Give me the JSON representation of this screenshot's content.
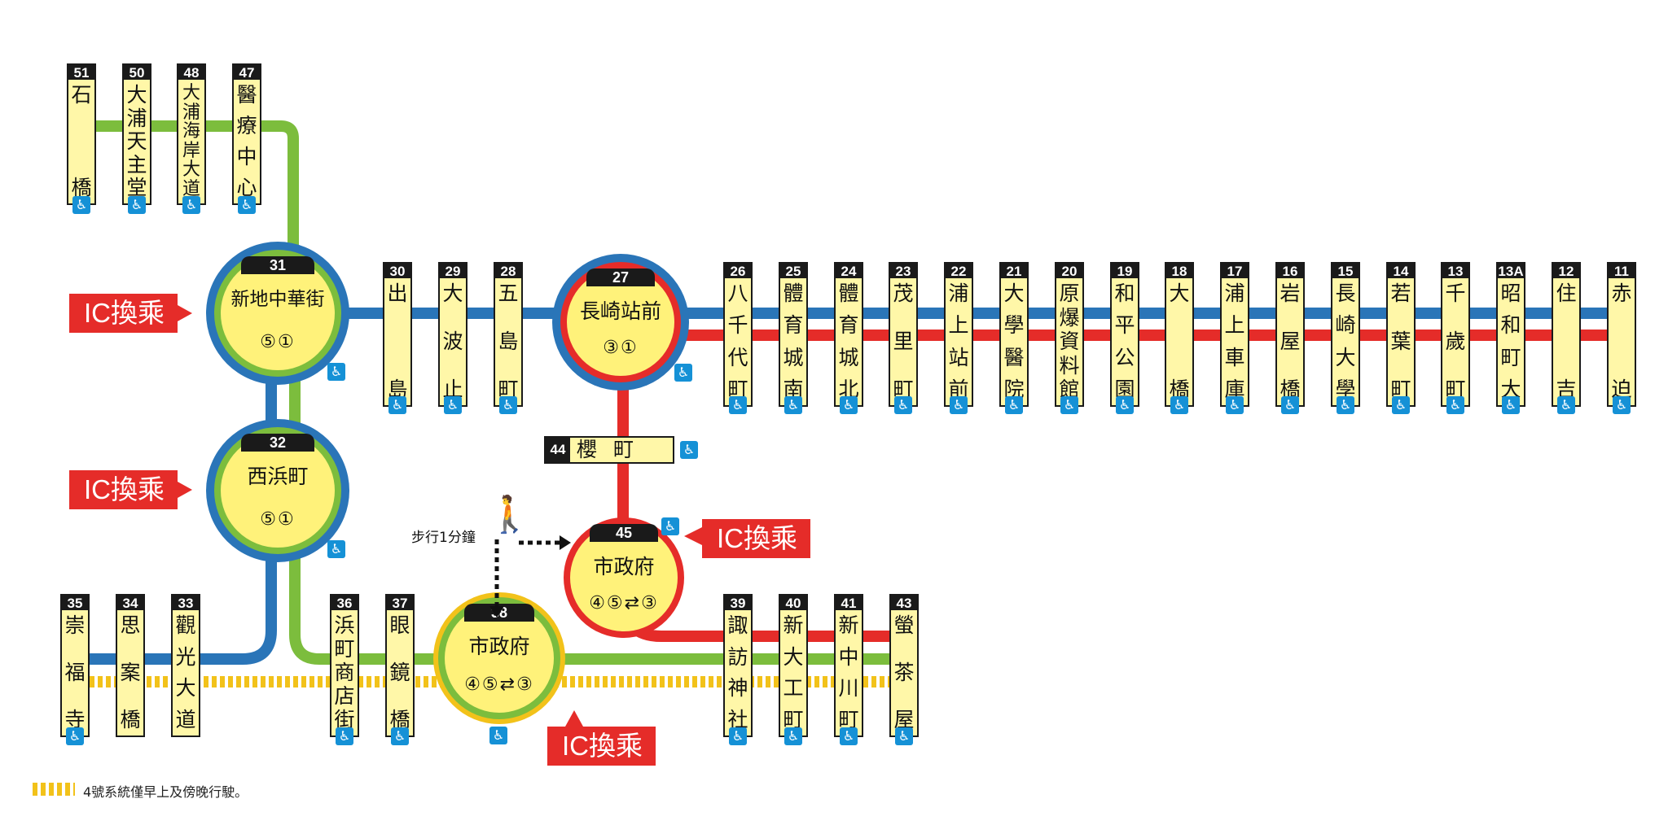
{
  "colors": {
    "green_line": "#7cbd3d",
    "blue_line": "#2a75b8",
    "red_line": "#e52c29",
    "yellow_line_4": "#f2c21a",
    "station_bg": "#fff7a8",
    "hub_bg": "#fff27a",
    "ic_badge": "#e52c29",
    "wheelchair": "#1591d6"
  },
  "stations": {
    "s51": {
      "num": "51",
      "chars": [
        "石",
        "橋"
      ]
    },
    "s50": {
      "num": "50",
      "chars": [
        "大",
        "浦",
        "天",
        "主",
        "堂"
      ]
    },
    "s48": {
      "num": "48",
      "chars": [
        "大",
        "浦",
        "海",
        "岸",
        "大",
        "道"
      ]
    },
    "s47": {
      "num": "47",
      "chars": [
        "醫",
        "療",
        "中",
        "心"
      ]
    },
    "s30": {
      "num": "30",
      "chars": [
        "出",
        "島"
      ]
    },
    "s29": {
      "num": "29",
      "chars": [
        "大",
        "波",
        "止"
      ]
    },
    "s28": {
      "num": "28",
      "chars": [
        "五",
        "島",
        "町"
      ]
    },
    "s26": {
      "num": "26",
      "chars": [
        "八",
        "千",
        "代",
        "町"
      ]
    },
    "s25": {
      "num": "25",
      "chars": [
        "體",
        "育",
        "城",
        "南"
      ]
    },
    "s24": {
      "num": "24",
      "chars": [
        "體",
        "育",
        "城",
        "北"
      ]
    },
    "s23": {
      "num": "23",
      "chars": [
        "茂",
        "里",
        "町"
      ]
    },
    "s22": {
      "num": "22",
      "chars": [
        "浦",
        "上",
        "站",
        "前"
      ]
    },
    "s21": {
      "num": "21",
      "chars": [
        "大",
        "學",
        "醫",
        "院"
      ]
    },
    "s20": {
      "num": "20",
      "chars": [
        "原",
        "爆",
        "資",
        "料",
        "館"
      ]
    },
    "s19": {
      "num": "19",
      "chars": [
        "和",
        "平",
        "公",
        "園"
      ]
    },
    "s18": {
      "num": "18",
      "chars": [
        "大",
        "橋"
      ]
    },
    "s17": {
      "num": "17",
      "chars": [
        "浦",
        "上",
        "車",
        "庫"
      ]
    },
    "s16": {
      "num": "16",
      "chars": [
        "岩",
        "屋",
        "橋"
      ]
    },
    "s15": {
      "num": "15",
      "chars": [
        "長",
        "崎",
        "大",
        "學"
      ]
    },
    "s14": {
      "num": "14",
      "chars": [
        "若",
        "葉",
        "町"
      ]
    },
    "s13": {
      "num": "13",
      "chars": [
        "千",
        "歲",
        "町"
      ]
    },
    "s13A": {
      "num": "13A",
      "chars": [
        "昭",
        "和",
        "町",
        "大"
      ]
    },
    "s12": {
      "num": "12",
      "chars": [
        "住",
        "吉"
      ]
    },
    "s11": {
      "num": "11",
      "chars": [
        "赤",
        "迫"
      ]
    },
    "s35": {
      "num": "35",
      "chars": [
        "崇",
        "福",
        "寺"
      ]
    },
    "s34": {
      "num": "34",
      "chars": [
        "思",
        "案",
        "橋"
      ]
    },
    "s33": {
      "num": "33",
      "chars": [
        "觀",
        "光",
        "大",
        "道"
      ]
    },
    "s36": {
      "num": "36",
      "chars": [
        "浜",
        "町",
        "商",
        "店",
        "街"
      ]
    },
    "s37": {
      "num": "37",
      "chars": [
        "眼",
        "鏡",
        "橋"
      ]
    },
    "s39": {
      "num": "39",
      "chars": [
        "諏",
        "訪",
        "神",
        "社"
      ]
    },
    "s40": {
      "num": "40",
      "chars": [
        "新",
        "大",
        "工",
        "町"
      ]
    },
    "s41": {
      "num": "41",
      "chars": [
        "新",
        "中",
        "川",
        "町"
      ]
    },
    "s43": {
      "num": "43",
      "chars": [
        "螢",
        "茶",
        "屋"
      ]
    },
    "s44": {
      "num": "44",
      "name": "櫻町"
    }
  },
  "hubs": {
    "h31": {
      "num": "31",
      "name": "新地中華街",
      "lines": "⑤①"
    },
    "h32": {
      "num": "32",
      "name": "西浜町",
      "lines": "⑤①"
    },
    "h27": {
      "num": "27",
      "name": "長崎站前",
      "lines": "③①"
    },
    "h45": {
      "num": "45",
      "name": "市政府",
      "lines": "④⑤⇄③"
    },
    "h38": {
      "num": "38",
      "name": "市政府",
      "lines": "④⑤⇄③"
    }
  },
  "ic_transfer_label": "IC換乘",
  "walk_label": "步行1分鐘",
  "legend_text": "4號系統僅早上及傍晚行駛。",
  "wheelchair_icon": "wheelchair-icon",
  "walk_icon": "pedestrian-icon"
}
